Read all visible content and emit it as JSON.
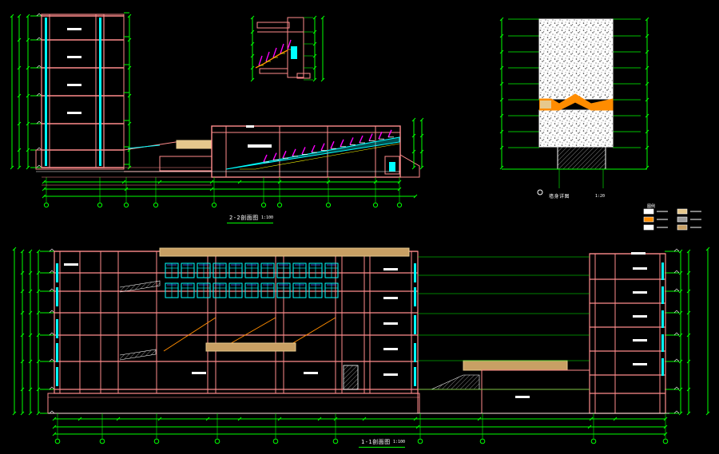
{
  "drawing": {
    "background": "#000000",
    "colors": {
      "dimension": "#00ff00",
      "wall": "#ff8c8c",
      "wall_dark": "#c86464",
      "glass": "#00ffff",
      "slab": "#e6c88c",
      "roof_fill": "#c8a064",
      "white": "#ffffff",
      "stair": "#ff8c00",
      "magenta": "#ff00ff",
      "yellow": "#ffff00",
      "blue": "#4060ff",
      "hatch": "#9a9a9a"
    }
  },
  "views": {
    "section_2_2": {
      "title": "2-2剖面图",
      "scale": "1:100"
    },
    "section_1_1": {
      "title": "1-1剖面图",
      "scale": "1:100"
    },
    "wall_detail": {
      "title": "墙身详图",
      "scale": "1:20"
    }
  },
  "legend": {
    "title": "图例"
  }
}
